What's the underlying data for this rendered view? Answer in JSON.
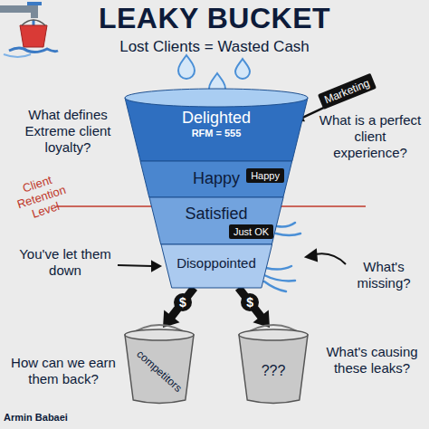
{
  "diagram": {
    "title": "LEAKY BUCKET",
    "nodes": [
      {
        "text": [
          "Delighted",
          "RFM = 555"
        ]
      },
      {
        "text": [
          "Happy"
        ]
      },
      {
        "text": [
          "Happy"
        ],
        "in": 1
      },
      {
        "text": [
          "Satisfied"
        ]
      },
      {
        "text": [
          "Just OK"
        ],
        "in": 3
      },
      {
        "text": [
          "Disoppointed"
        ]
      },
      {
        "text": [
          "Marketing"
        ]
      },
      {
        "text": [
          "competitors"
        ]
      },
      {
        "text": [
          "???"
        ]
      }
    ],
    "edges": [
      {
        "from": 6,
        "to": 0,
        "arrow": "to"
      },
      {
        "from": 5,
        "to": 7,
        "label": "$",
        "arrow": "to"
      },
      {
        "from": 5,
        "to": 8,
        "label": "$",
        "arrow": "to"
      }
    ],
    "labels": [
      "Lost Clients = Wasted Cash",
      "What defines Extreme client loyalty?",
      "What is a perfect client experience?",
      "Client Retention Level",
      "You've let them down",
      "What's missing?",
      "How can we earn them back?",
      "What's causing these leaks?",
      "Armin Babaei"
    ]
  }
}
